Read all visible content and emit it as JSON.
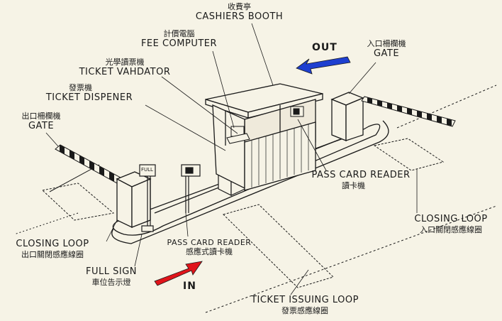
{
  "labels": {
    "cashiers_booth": {
      "zh": "收費亭",
      "en": "CASHIERS BOOTH"
    },
    "fee_computer": {
      "zh": "計價電腦",
      "en": "FEE COMPUTER"
    },
    "ticket_validator": {
      "zh": "光學讀票機",
      "en": "TICKET VAHDATOR"
    },
    "ticket_dispenser": {
      "zh": "發票機",
      "en": "TICKET DISPENER"
    },
    "exit_gate": {
      "zh": "出口柵欄機",
      "en": "GATE"
    },
    "entry_gate": {
      "zh": "入口柵欄機",
      "en": "GATE"
    },
    "pass_card_reader_booth": {
      "en": "PASS CARD READER",
      "zh": "讀卡機"
    },
    "closing_loop_right": {
      "en": "CLOSING LOOP",
      "zh": "入口關閉感應線圈"
    },
    "closing_loop_left": {
      "en": "CLOSING LOOP",
      "zh": "出口關閉感應線圈"
    },
    "pass_card_reader_in": {
      "en": "PASS CARD READER",
      "zh": "感應式讀卡機"
    },
    "full_sign": {
      "en": "FULL SIGN",
      "zh": "車位告示燈"
    },
    "ticket_issuing_loop": {
      "en": "TICKET ISSUING LOOP",
      "zh": "發票感應線圈"
    },
    "out_arrow": "OUT",
    "in_arrow": "IN"
  },
  "sign_text": "FULL",
  "colors": {
    "background": "#f6f3e6",
    "line": "#1a1a1a",
    "out_arrow": "#1e3fd0",
    "in_arrow": "#e0141a",
    "barrier_stripe": "#1a1a1a"
  }
}
